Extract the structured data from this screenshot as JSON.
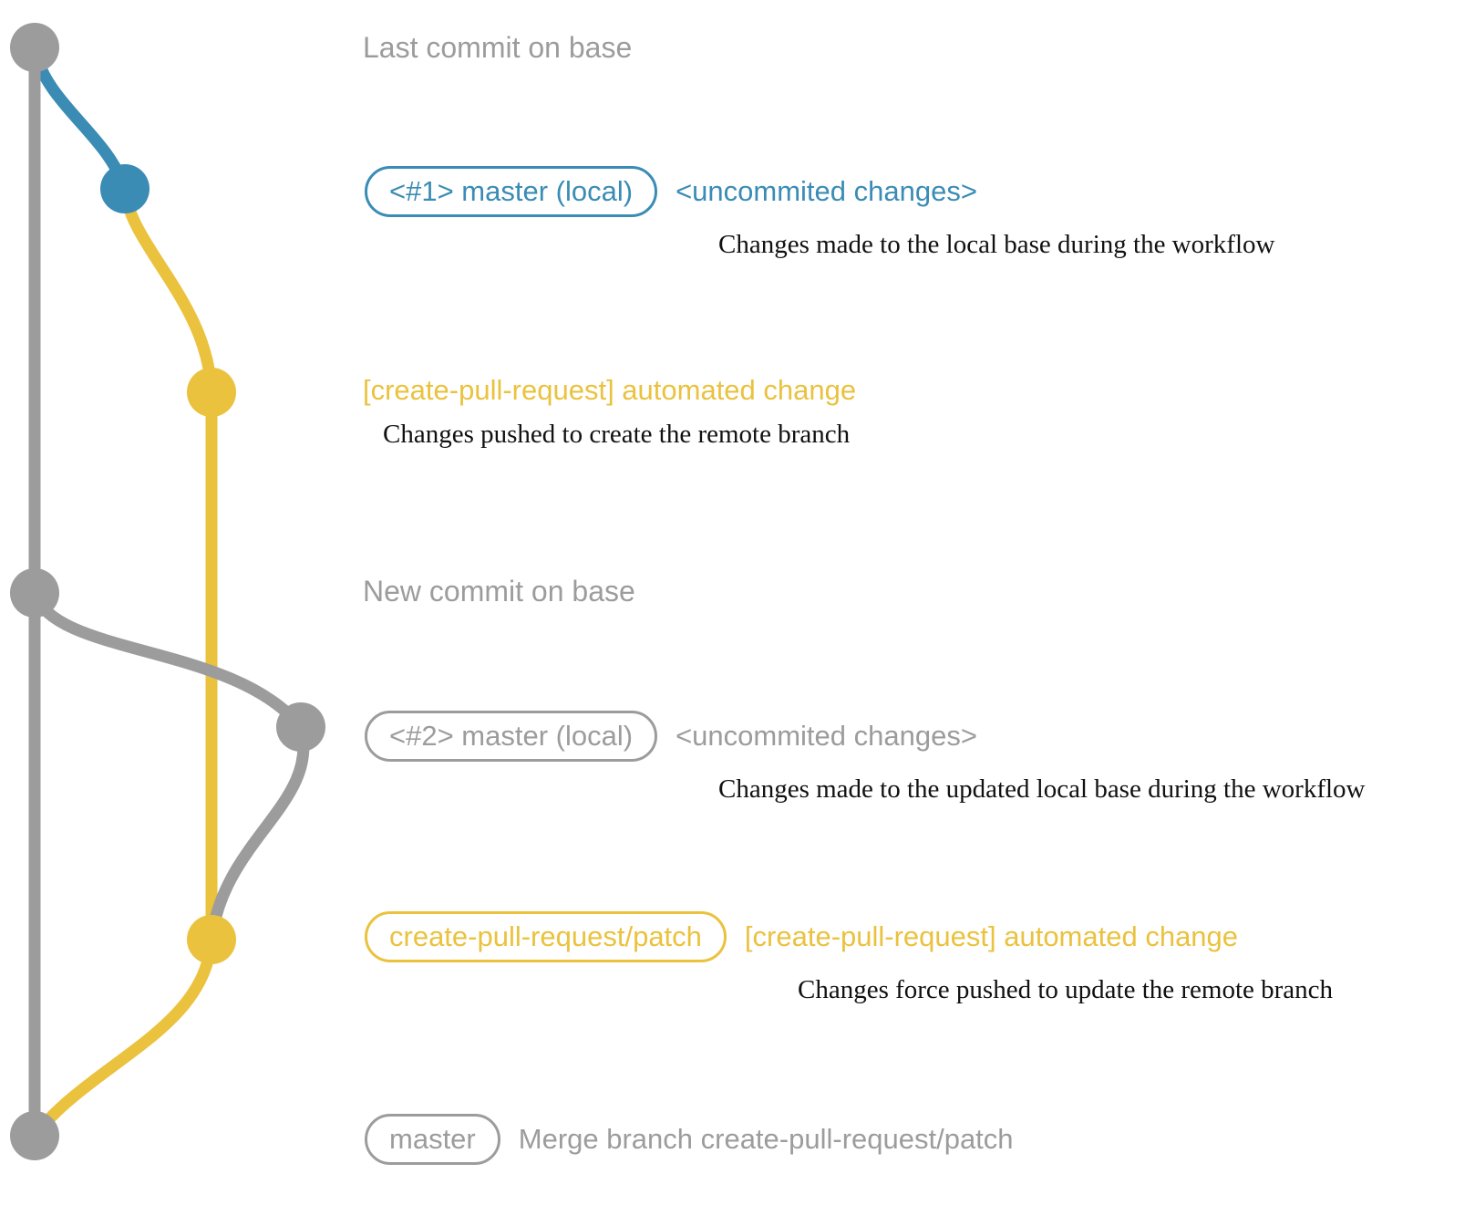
{
  "colors": {
    "gray": "#9c9c9c",
    "blue": "#3a8cb5",
    "yellow": "#eac23e",
    "text": "#111111"
  },
  "annotations": {
    "last_commit": {
      "label": "Last commit on base"
    },
    "commit1": {
      "badge": "<#1> master (local)",
      "title": "<uncommited changes>",
      "desc": "Changes made to the local base during the workflow"
    },
    "push1": {
      "title": "[create-pull-request] automated change",
      "desc": "Changes pushed to create the remote branch"
    },
    "new_commit": {
      "label": "New commit on base"
    },
    "commit2": {
      "badge": "<#2> master (local)",
      "title": "<uncommited changes>",
      "desc": "Changes made to the updated local base during the workflow"
    },
    "push2": {
      "badge": "create-pull-request/patch",
      "title": "[create-pull-request] automated change",
      "desc": "Changes force pushed to update the remote branch"
    },
    "merge": {
      "badge": "master",
      "title": "Merge branch create-pull-request/patch"
    }
  }
}
